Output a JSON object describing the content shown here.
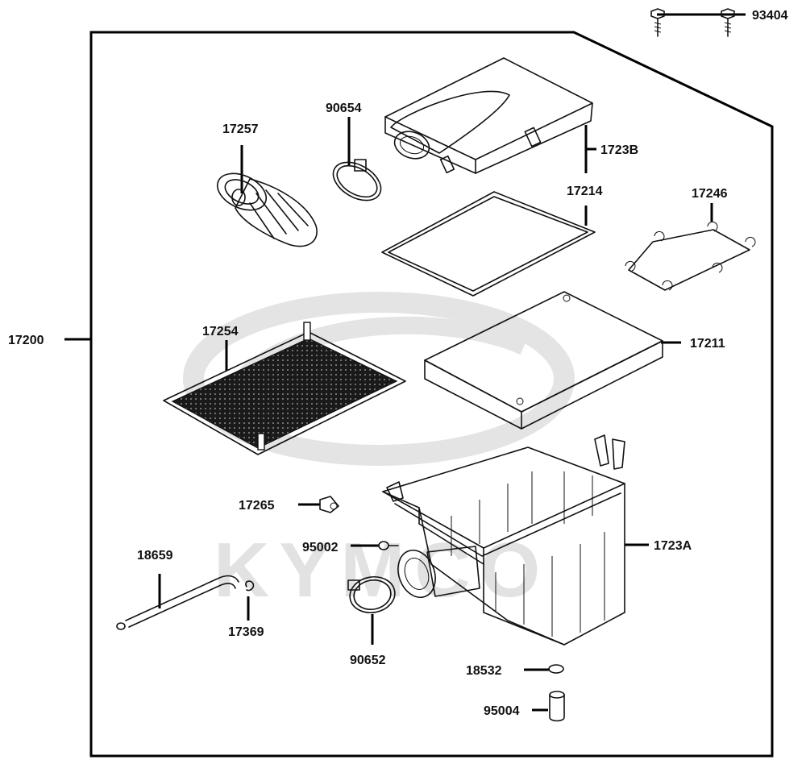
{
  "watermark": {
    "brand": "KYMCO"
  },
  "labels": {
    "p93404": "93404",
    "p90654": "90654",
    "p17257": "17257",
    "p1723B": "1723B",
    "p17214": "17214",
    "p17246": "17246",
    "p17200": "17200",
    "p17254": "17254",
    "p17211": "17211",
    "p17265": "17265",
    "p95002": "95002",
    "p1723A": "1723A",
    "p18659": "18659",
    "p17369": "17369",
    "p90652": "90652",
    "p18532": "18532",
    "p95004": "95004"
  }
}
